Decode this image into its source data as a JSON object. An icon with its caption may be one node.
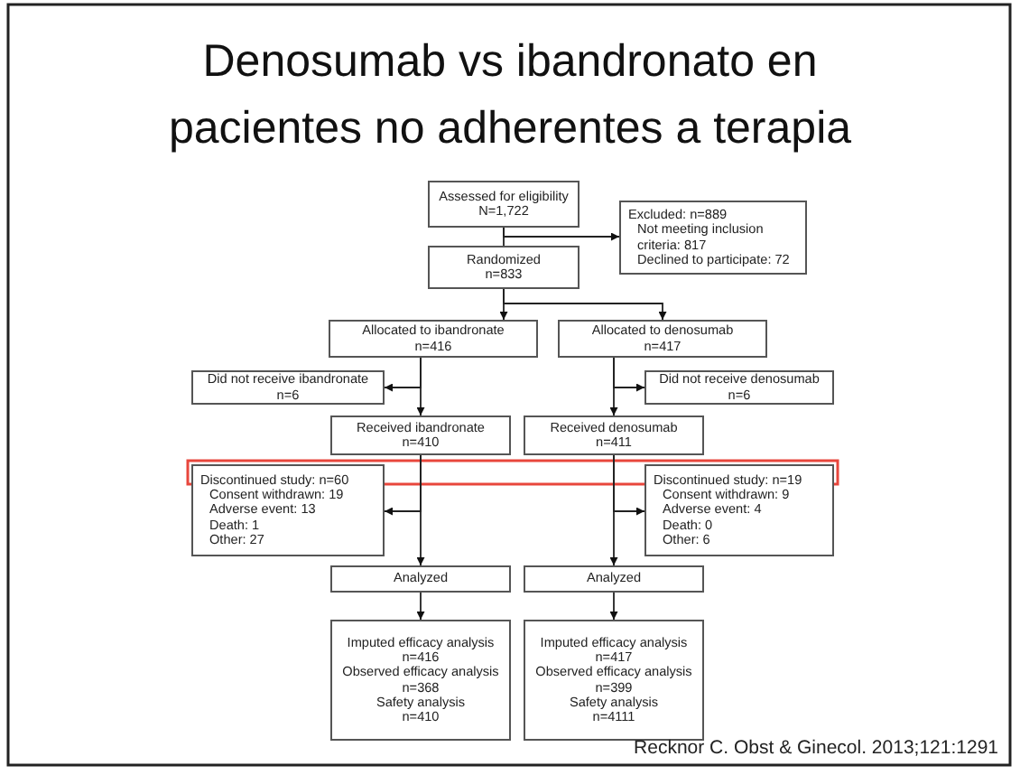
{
  "diagram": {
    "title": "Denosumab vs ibandronato en pacientes no adherentes a terapia",
    "nodes": [
      {
        "text": [
          "Assessed for eligibility",
          "N=1,722"
        ]
      },
      {
        "text": [
          "Excluded: n=889",
          "Not meeting inclusion criteria: 817",
          "Declined to participate: 72"
        ]
      },
      {
        "text": [
          "Randomized",
          "n=833"
        ]
      },
      {
        "text": [
          "Allocated to ibandronate",
          "n=416"
        ]
      },
      {
        "text": [
          "Allocated to denosumab",
          "n=417"
        ]
      },
      {
        "text": [
          "Did not receive ibandronate",
          "n=6"
        ]
      },
      {
        "text": [
          "Did not receive denosumab",
          "n=6"
        ]
      },
      {
        "text": [
          "Received ibandronate",
          "n=410"
        ]
      },
      {
        "text": [
          "Received denosumab",
          "n=411"
        ]
      },
      {
        "text": [
          "Discontinued study: n=60",
          "Consent withdrawn: 19",
          "Adverse event: 13",
          "Death: 1",
          "Other: 27"
        ]
      },
      {
        "text": [
          "Discontinued study: n=19",
          "Consent withdrawn: 9",
          "Adverse event: 4",
          "Death: 0",
          "Other: 6"
        ]
      },
      {
        "text": [
          "Analyzed"
        ]
      },
      {
        "text": [
          "Analyzed"
        ]
      },
      {
        "text": [
          "Imputed efficacy analysis",
          "n=416",
          "Observed efficacy analysis",
          "n=368",
          "Safety analysis",
          "n=410"
        ]
      },
      {
        "text": [
          "Imputed efficacy analysis",
          "n=417",
          "Observed efficacy analysis",
          "n=399",
          "Safety analysis",
          "n=4111"
        ]
      }
    ],
    "edges": [
      {
        "from": 0,
        "to": 2,
        "arrow": "none"
      },
      {
        "from": 0,
        "to": 1,
        "arrow": "to"
      },
      {
        "from": 2,
        "to": 3,
        "arrow": "to"
      },
      {
        "from": 2,
        "to": 4,
        "arrow": "to"
      },
      {
        "from": 3,
        "to": 5,
        "arrow": "to"
      },
      {
        "from": 3,
        "to": 7,
        "arrow": "to"
      },
      {
        "from": 4,
        "to": 6,
        "arrow": "to"
      },
      {
        "from": 4,
        "to": 8,
        "arrow": "to"
      },
      {
        "from": 7,
        "to": 9,
        "arrow": "to"
      },
      {
        "from": 7,
        "to": 11,
        "arrow": "to"
      },
      {
        "from": 8,
        "to": 10,
        "arrow": "to"
      },
      {
        "from": 8,
        "to": 12,
        "arrow": "to"
      },
      {
        "from": 11,
        "to": 13,
        "arrow": "to"
      },
      {
        "from": 12,
        "to": 14,
        "arrow": "to"
      }
    ],
    "labels": [
      "Recknor C. Obst & Ginecol. 2013;121:1291"
    ]
  }
}
